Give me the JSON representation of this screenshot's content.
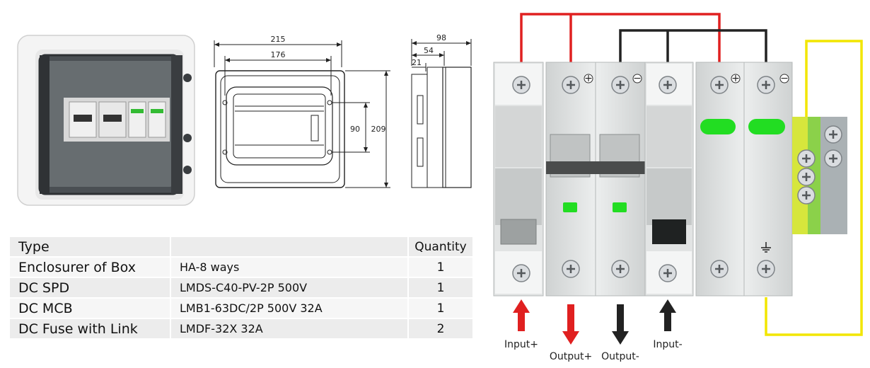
{
  "drawing": {
    "front_width": "215",
    "front_inner_width": "176",
    "height_total": "209",
    "height_inner": "90",
    "side_depth": "98",
    "side_depth_mid": "54",
    "side_depth_small": "21"
  },
  "table": {
    "headers": [
      "Type",
      "",
      "Quantity"
    ],
    "rows": [
      {
        "type": "Enclosurer of Box",
        "model": "HA-8 ways",
        "qty": "1"
      },
      {
        "type": "DC SPD",
        "model": "LMDS-C40-PV-2P 500V",
        "qty": "1"
      },
      {
        "type": "DC MCB",
        "model": "LMB1-63DC/2P 500V 32A",
        "qty": "1"
      },
      {
        "type": "DC Fuse with Link",
        "model": "LMDF-32X 32A",
        "qty": "2"
      }
    ]
  },
  "wiring": {
    "labels": {
      "input_plus": "Input+",
      "output_plus": "Output+",
      "output_minus": "Output-",
      "input_minus": "Input-"
    },
    "colors": {
      "positive_wire": "#e02020",
      "negative_wire": "#222222",
      "ground_wire": "#f2e600",
      "spd_indicator": "#22dd22"
    }
  }
}
